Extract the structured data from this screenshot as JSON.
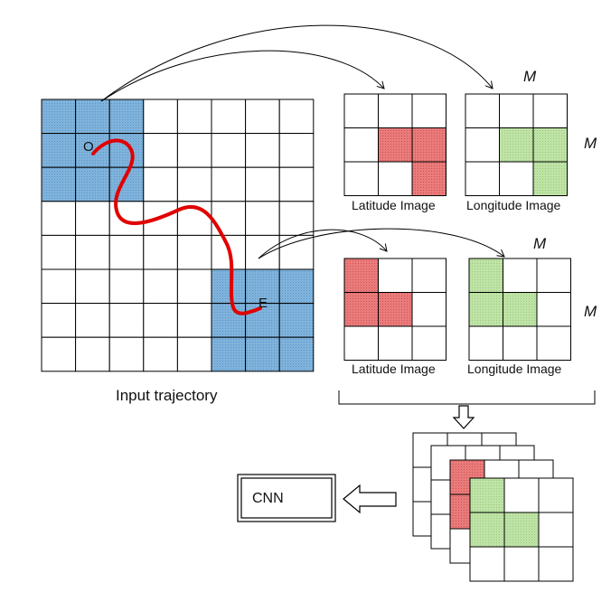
{
  "trajectory": {
    "caption": "Input trajectory",
    "origin_label": "O",
    "end_label": "E"
  },
  "images": {
    "top_latitude_label": "Latitude Image",
    "top_longitude_label": "Longitude Image",
    "bottom_latitude_label": "Latitude Image",
    "bottom_longitude_label": "Longitude Image",
    "size_symbol_top_right": "M",
    "size_symbol_top_side": "M",
    "size_symbol_bottom_right": "M",
    "size_symbol_bottom_side": "M"
  },
  "output": {
    "cnn_label": "CNN"
  },
  "colors": {
    "region_fill": "#7fb3dc",
    "latitude_fill": "#e97b7b",
    "longitude_fill": "#b9e0a0",
    "trajectory_line": "#e00000",
    "grid_line": "#000000"
  },
  "grid": {
    "input_size": 8,
    "image_size": 3,
    "top_region_cells": [
      [
        0,
        0
      ],
      [
        0,
        1
      ],
      [
        0,
        2
      ],
      [
        1,
        0
      ],
      [
        1,
        1
      ],
      [
        1,
        2
      ],
      [
        2,
        0
      ],
      [
        2,
        1
      ],
      [
        2,
        2
      ]
    ],
    "bottom_region_cells": [
      [
        5,
        5
      ],
      [
        5,
        6
      ],
      [
        5,
        7
      ],
      [
        6,
        5
      ],
      [
        6,
        6
      ],
      [
        6,
        7
      ],
      [
        7,
        5
      ],
      [
        7,
        6
      ],
      [
        7,
        7
      ]
    ],
    "top_latitude_cells": [
      [
        1,
        1
      ],
      [
        1,
        2
      ],
      [
        2,
        2
      ]
    ],
    "top_longitude_cells": [
      [
        1,
        1
      ],
      [
        1,
        2
      ],
      [
        2,
        2
      ]
    ],
    "bottom_latitude_cells": [
      [
        0,
        0
      ],
      [
        1,
        0
      ],
      [
        1,
        1
      ]
    ],
    "bottom_longitude_cells": [
      [
        0,
        0
      ],
      [
        1,
        0
      ],
      [
        1,
        1
      ]
    ]
  }
}
